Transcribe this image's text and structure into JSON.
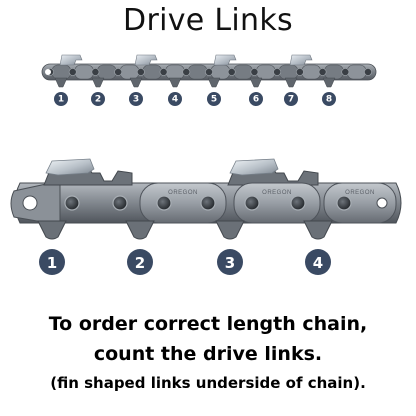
{
  "title": "Drive Links",
  "small_chain": {
    "badges": [
      "1",
      "2",
      "3",
      "4",
      "5",
      "6",
      "7",
      "8"
    ]
  },
  "large_chain": {
    "brand": "OREGON",
    "badges": [
      "1",
      "2",
      "3",
      "4"
    ]
  },
  "caption": {
    "line1": "To order correct length chain,",
    "line2": "count the drive links.",
    "line3": "(fin shaped links underside of chain)."
  },
  "colors": {
    "steel_dark": "#4f545b",
    "steel": "#80868d",
    "steel_light": "#aeb3b9",
    "cutter_chrome": "#cdd3da",
    "badge": "#3a4a63",
    "rivet": "#2e3237"
  },
  "icons": [
    "drive-link-badge-icon",
    "rivet-icon",
    "cutter-tooth-icon"
  ]
}
